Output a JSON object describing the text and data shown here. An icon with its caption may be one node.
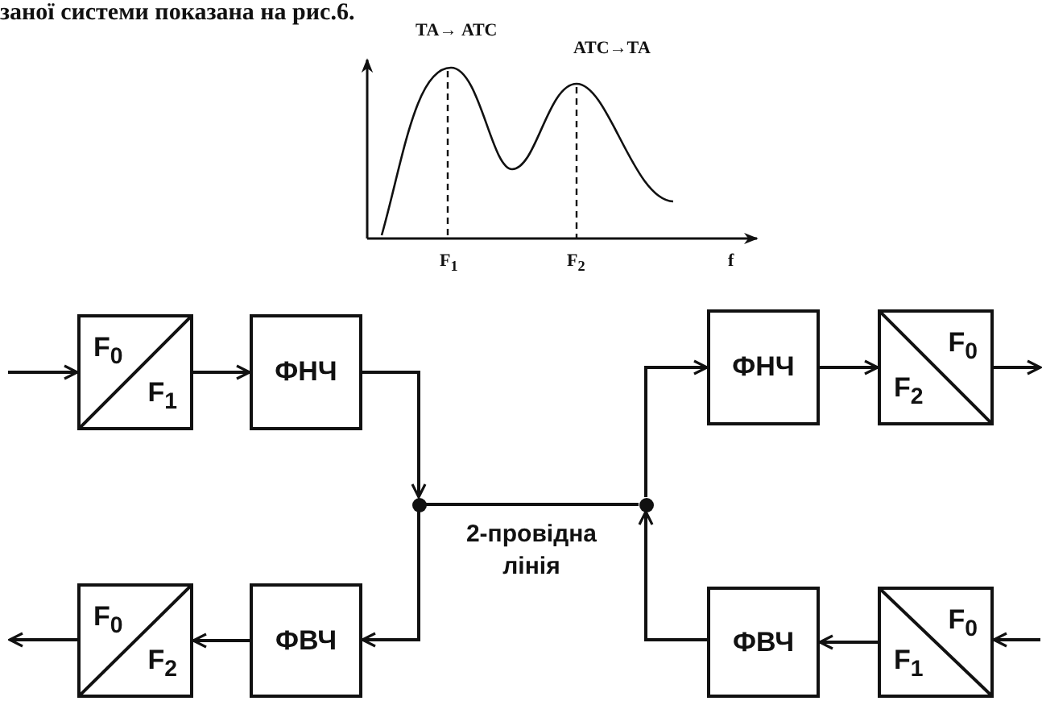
{
  "diagram": {
    "nodes": [
      {
        "text": [
          "F$_{0}$",
          "F$_{1}$"
        ]
      },
      {
        "text": [
          "ФНЧ"
        ]
      },
      {
        "text": [
          "F$_{0}$",
          "F$_{2}$"
        ]
      },
      {
        "text": [
          "ФВЧ"
        ]
      },
      {
        "text": [],
        "shape": "circle"
      },
      {
        "text": [],
        "shape": "circle"
      },
      {
        "text": [
          "ФНЧ"
        ]
      },
      {
        "text": [
          "F$_{0}$",
          "F$_{2}$"
        ]
      },
      {
        "text": [
          "ФВЧ"
        ]
      },
      {
        "text": [
          "F$_{0}$",
          "F$_{1}$"
        ]
      }
    ],
    "edges": [
      {
        "from": null,
        "to": 0,
        "arrow": "to"
      },
      {
        "from": 0,
        "to": 1,
        "arrow": "to"
      },
      {
        "from": 1,
        "to": 4,
        "arrow": "to"
      },
      {
        "from": 4,
        "to": 3,
        "arrow": "to"
      },
      {
        "from": 3,
        "to": 2,
        "arrow": "to"
      },
      {
        "from": 2,
        "to": null,
        "arrow": "to"
      },
      {
        "from": 4,
        "to": 5,
        "arrow": "none",
        "label": "2-провідна лінія"
      },
      {
        "from": 5,
        "to": 6,
        "arrow": "to"
      },
      {
        "from": 6,
        "to": 7,
        "arrow": "to"
      },
      {
        "from": 7,
        "to": null,
        "arrow": "to"
      },
      {
        "from": null,
        "to": 9,
        "arrow": "to"
      },
      {
        "from": 9,
        "to": 8,
        "arrow": "to"
      },
      {
        "from": 8,
        "to": 5,
        "arrow": "to"
      }
    ],
    "labels": [
      "заної системи показана на рис.6.",
      "ТА→ АТС",
      "АТС→ТА",
      "F$_{1}$",
      "F$_{2}$",
      "f"
    ]
  }
}
